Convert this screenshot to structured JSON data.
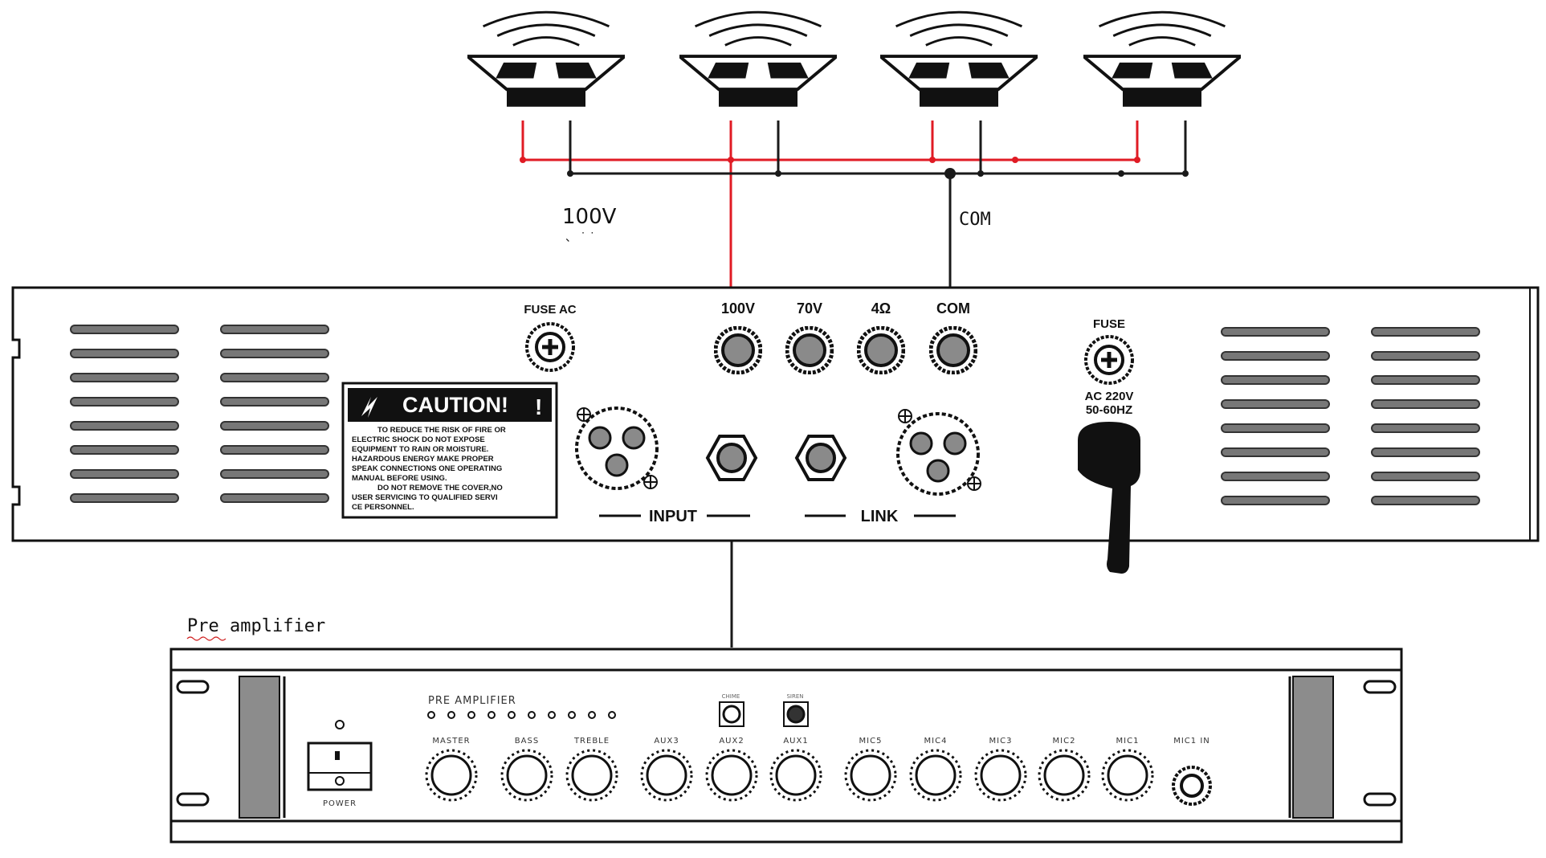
{
  "colors": {
    "hot_wire": "#e01b24",
    "common_wire": "#1a1a1a",
    "panel_fill": "#ffffff",
    "vent_fill": "#777777",
    "jack_fill": "#8a8a8a",
    "rail_fill": "#8c8c8c",
    "caution_fill": "#111111"
  },
  "speakers": {
    "count": 4,
    "icon": "loudspeaker-icon"
  },
  "wiring": {
    "hot_label": "100V",
    "hot_sublabel": "、 ˙ ˙",
    "common_label": "COM"
  },
  "power_amplifier": {
    "fuse_ac_label": "FUSE AC",
    "outputs": [
      "100V",
      "70V",
      "4Ω",
      "COM"
    ],
    "caution": {
      "title": "CAUTION!",
      "text_lines": [
        "TO REDUCE THE RISK OF FIRE OR",
        "ELECTRIC SHOCK DO NOT EXPOSE",
        "EQUIPMENT TO RAIN OR MOISTURE.",
        "HAZARDOUS ENERGY MAKE PROPER",
        "SPEAK CONNECTIONS ONE OPERATING",
        "MANUAL BEFORE USING.",
        "DO NOT REMOVE THE COVER,NO",
        "USER SERVICING TO QUALIFIED SERVI",
        "CE PERSONNEL."
      ]
    },
    "input_label": "INPUT",
    "link_label": "LINK",
    "fuse_label": "FUSE",
    "power_rating": [
      "AC 220V",
      "50-60HZ"
    ]
  },
  "pre_amplifier": {
    "caption": "Pre amplifier",
    "panel_title": "PRE AMPLIFIER",
    "power_label": "POWER",
    "chime_label": "CHIME",
    "siren_label": "SIREN",
    "knobs": [
      "MASTER",
      "BASS",
      "TREBLE",
      "AUX3",
      "AUX2",
      "AUX1",
      "MIC5",
      "MIC4",
      "MIC3",
      "MIC2",
      "MIC1"
    ],
    "mic_in_label": "MIC1 IN",
    "led_count": 10
  }
}
